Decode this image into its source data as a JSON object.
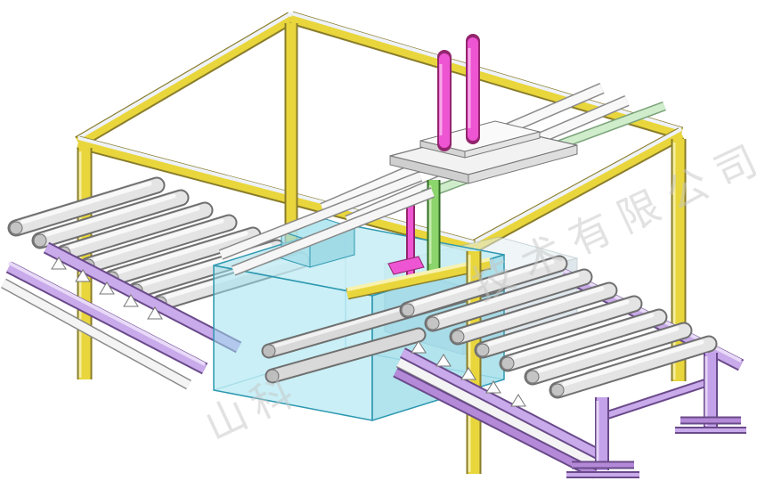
{
  "scene": {
    "description": "Isometric 3D CAD rendering of a dual roller-conveyor line with an overhead yellow gantry frame, a transparent cyan immersion tank, overhead cross rails, a white press platform with two pink pneumatic cylinders, and green/pink actuator posts",
    "background": "#ffffff",
    "components": [
      "gantry-frame",
      "left-roller-conveyor",
      "right-roller-conveyor",
      "transparent-tank",
      "inner-tank-box",
      "press-platform",
      "pink-cylinders",
      "green-post",
      "cross-beams",
      "workpiece-pipes"
    ],
    "left_conveyor_roller_count": 7,
    "right_conveyor_roller_count": 7,
    "pink_cylinder_count": 2
  },
  "watermark": {
    "segment_left": "山科",
    "segment_right": "技术有限公司",
    "color": "#c6c6c6"
  },
  "palette": {
    "frame_yellow": "#e9d63c",
    "frame_yellow_outline": "#8a7d2a",
    "frame_cap_white": "#eef2fb",
    "conveyor_purple": "#c9aaea",
    "conveyor_purple_dark": "#6a4a8a",
    "roller_gray": "#e4e4e4",
    "roller_outline": "#707070",
    "tank_cyan": "#9fe2ee",
    "tank_edge": "#2e98b0",
    "cylinder_pink": "#ee55d2",
    "cylinder_pink_outline": "#93256e",
    "post_green": "#8cd46c",
    "beam_white": "#f8f8f8",
    "beam_mint": "#cfeccb",
    "pale_box": "#dce8ec"
  }
}
